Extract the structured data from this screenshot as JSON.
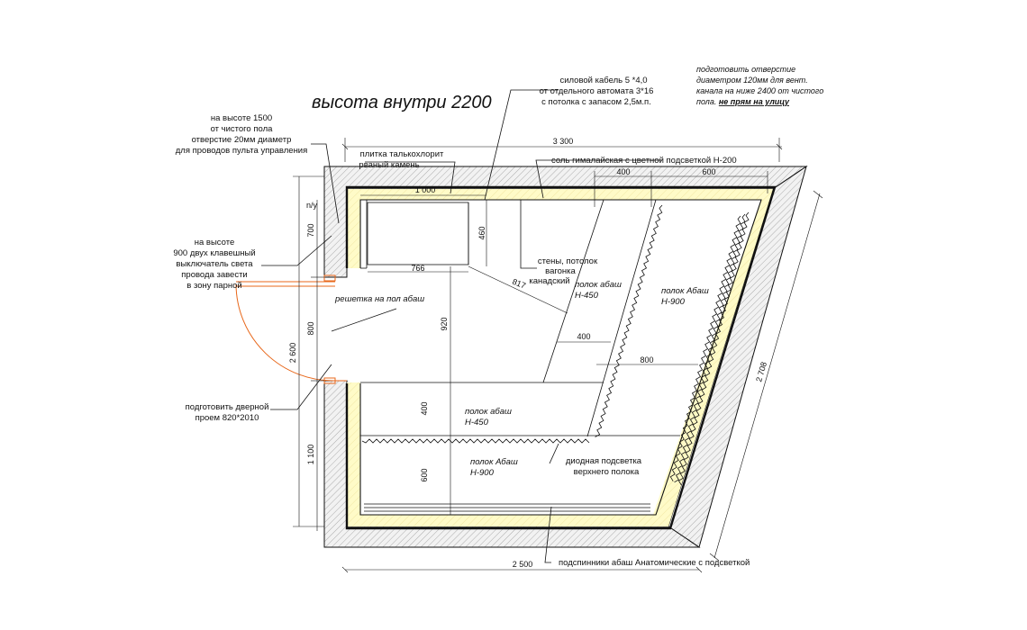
{
  "title": "высота внутри 2200",
  "notes": {
    "vent_line1": "подготовить отверстие",
    "vent_line2": "диаметром 120мм для вент.",
    "vent_line3": "канала на ниже 2400 от чистого",
    "vent_line4a": "пола.",
    "vent_line4b": "не прям на улицу"
  },
  "labels": {
    "cable_1": "силовой кабель 5 *4,0",
    "cable_2": "от отдельного автомата 3*16",
    "cable_3": "с потолка с запасом 2,5м.п.",
    "hole_1": "на высоте 1500",
    "hole_2": "от чистого пола",
    "hole_3": "отверстие 20мм диаметр",
    "hole_4": "для проводов пульта управления",
    "tile_1": "плитка талькохлорит",
    "tile_2": "рваный камень",
    "salt": "соль гималайская с цветной подсветкой Н-200",
    "walls_1": "стены, потолок",
    "walls_2": "вагонка",
    "walls_3": "канадский",
    "switch_1": "на высоте",
    "switch_2": "900 двух клавешный",
    "switch_3": "выключатель света",
    "switch_4": "провода завести",
    "switch_5": "в зону парной",
    "grate": "решетка на пол абаш",
    "door_1": "подготовить дверной",
    "door_2": "проем 820*2010",
    "shelf_a_1": "полок абаш",
    "shelf_a_2": "Н-450",
    "shelf_b_1": "полок Абаш",
    "shelf_b_2": "Н-900",
    "shelf_c_1": "полок абаш",
    "shelf_c_2": "Н-450",
    "shelf_d_1": "полок Абаш",
    "shelf_d_2": "Н-900",
    "diode_1": "диодная подсветка",
    "diode_2": "верхнего полока",
    "headrests": "подспинники абаш Анатомические с подсветкой"
  },
  "dimensions": {
    "top_total": "3 300",
    "top_400": "400",
    "top_600": "600",
    "d_1000": "1 000",
    "d_460": "460",
    "d_766": "766",
    "d_817": "817",
    "d_920": "920",
    "d_400_mid": "400",
    "d_800_mid": "800",
    "d_400_low": "400",
    "d_600_low": "600",
    "left_total": "2 600",
    "left_700": "700",
    "left_800": "800",
    "left_1100": "1 100",
    "left_nly": "n/y",
    "diag_2708": "2 708",
    "bottom_2500": "2 500"
  },
  "colors": {
    "insulation": "#fffbc8",
    "door": "#e8671a"
  }
}
